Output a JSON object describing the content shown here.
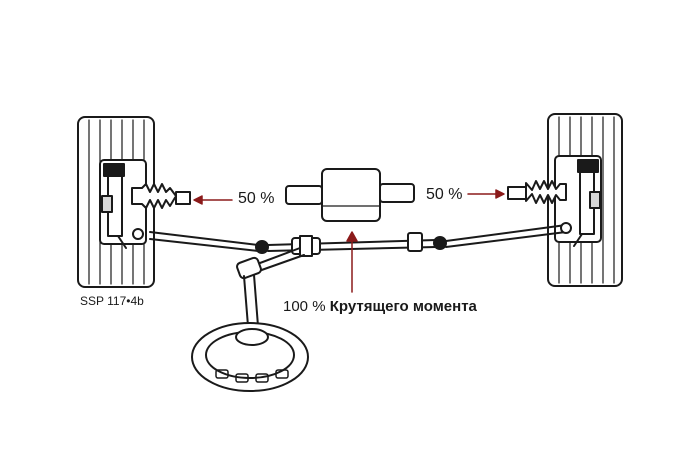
{
  "diagram": {
    "labels": {
      "left_torque": "50 %",
      "right_torque": "50 %",
      "total_torque_value": "100 %",
      "total_torque_text": "Крутящего момента",
      "figure_code": "SSP 117•4b"
    },
    "colors": {
      "line": "#1a1a1a",
      "arrow": "#8b1a1a",
      "fill": "#ffffff",
      "shade": "#d8d8d8"
    }
  }
}
